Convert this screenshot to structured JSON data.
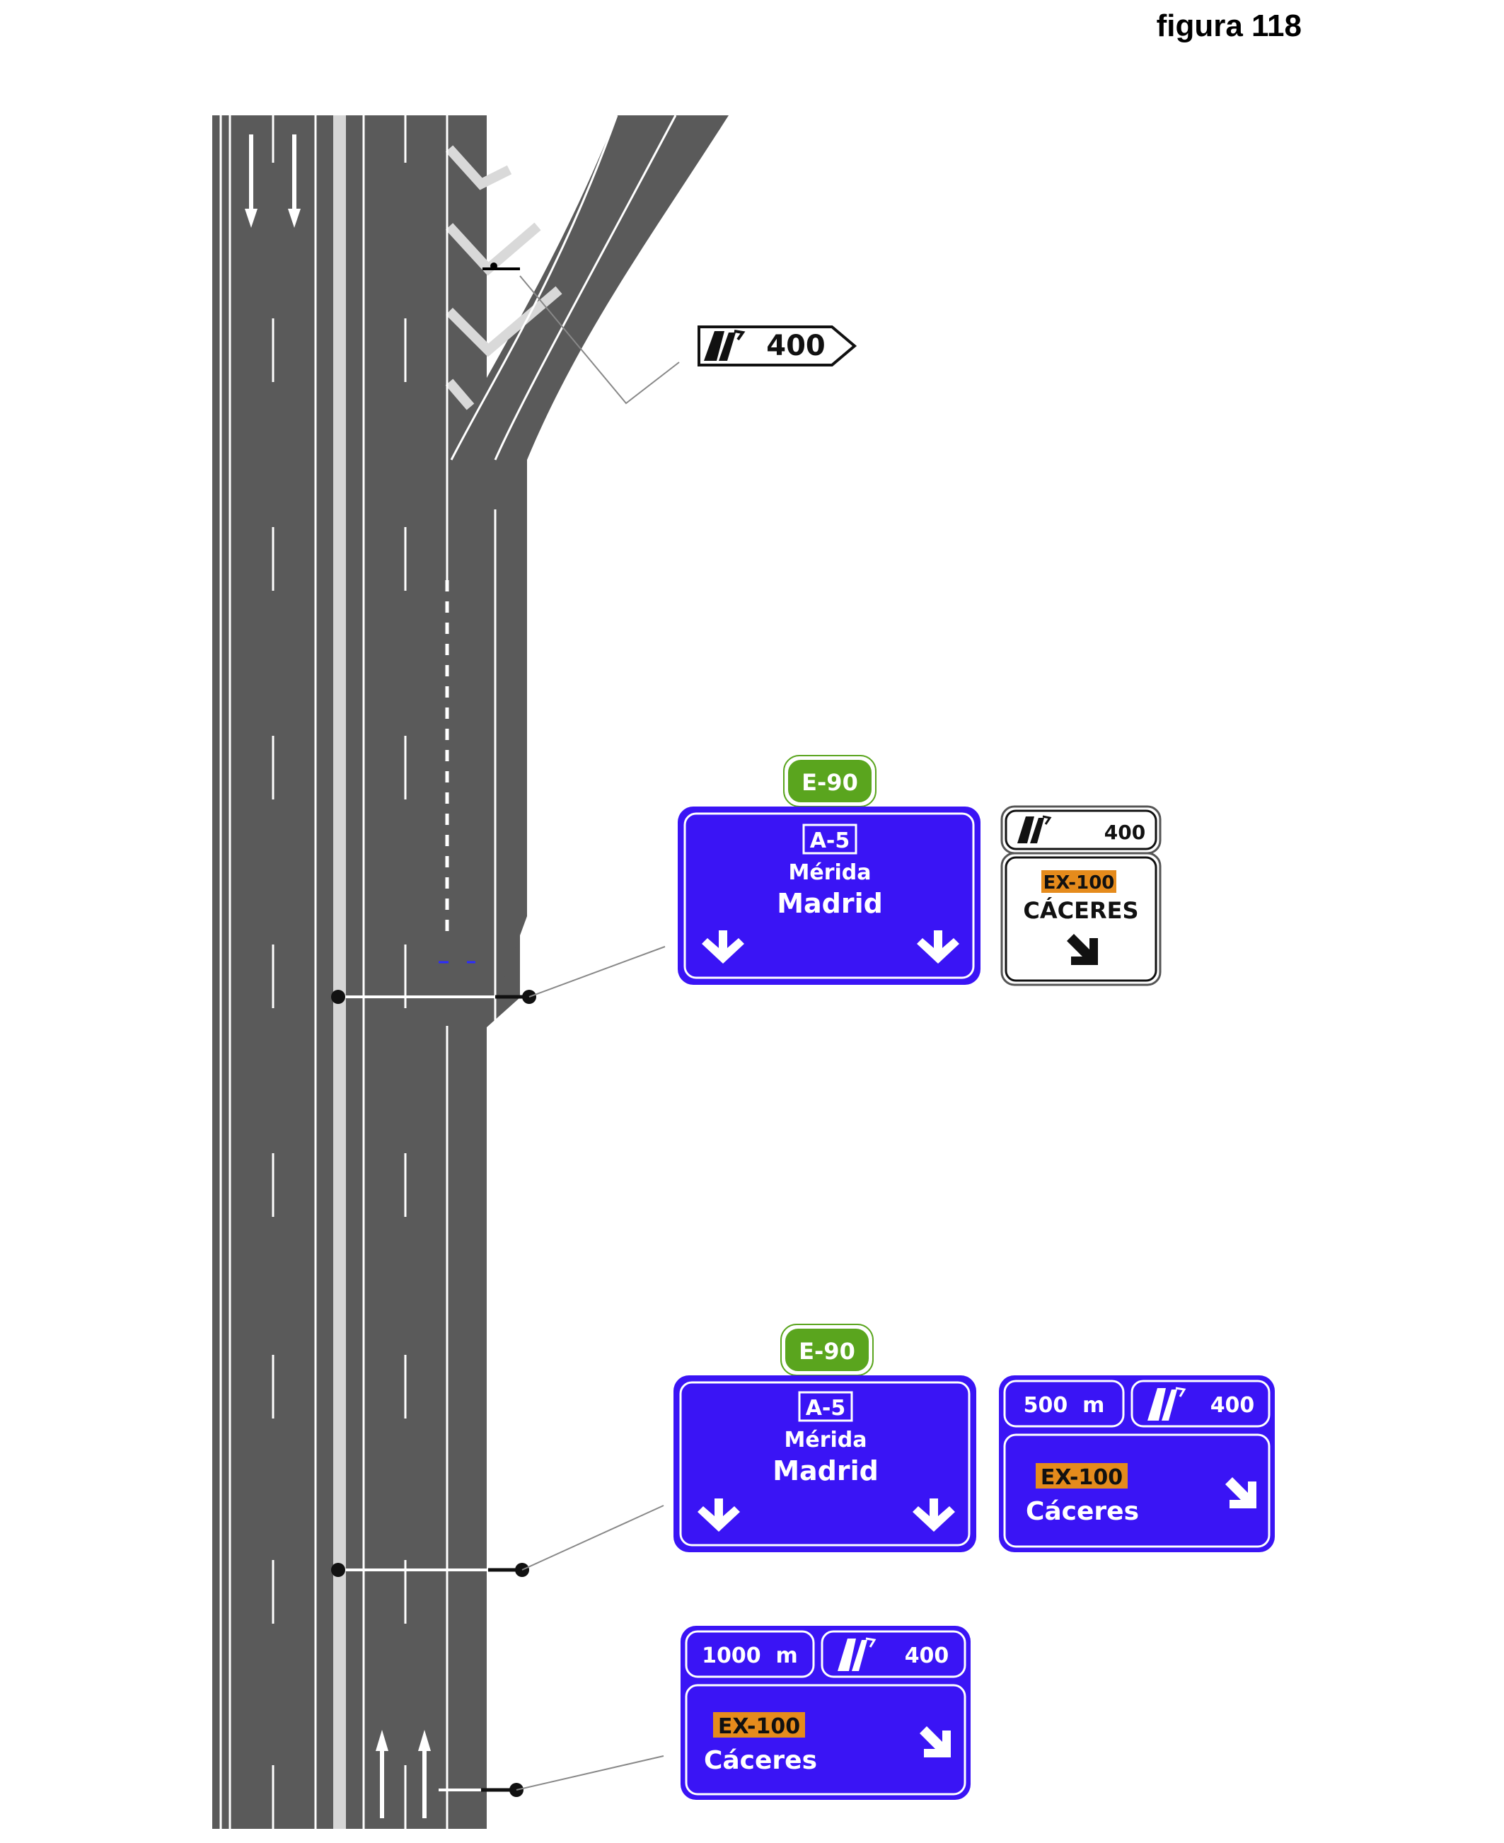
{
  "figure_label": "figura 118",
  "colors": {
    "asphalt": "#5a5a5a",
    "lane_marking": "#ffffff",
    "median": "#d6d6d6",
    "sign_blue": "#3a14f5",
    "sign_green": "#5aa51e",
    "sign_orange": "#e58b1c",
    "sign_white": "#ffffff",
    "gantry": "#111111"
  },
  "signs": {
    "exit_marker": {
      "distance": "400",
      "icon": "exit-ramp-icon"
    },
    "gantry_exit": {
      "euro_route": "E-90",
      "panel": {
        "road": "A-5",
        "city_small": "Mérida",
        "city_large": "Madrid",
        "arrows": "down-arrow-icon"
      },
      "side_panel": {
        "exit_number": "400",
        "road": "EX-100",
        "city": "CÁCERES",
        "arrow": "diagonal-right-arrow-icon"
      }
    },
    "gantry_500": {
      "euro_route": "E-90",
      "panel": {
        "road": "A-5",
        "city_small": "Mérida",
        "city_large": "Madrid",
        "arrows": "down-arrow-icon"
      },
      "side_panel": {
        "distance": "500  m",
        "exit_number": "400",
        "road": "EX-100",
        "city": "Cáceres",
        "arrow": "diagonal-right-arrow-icon"
      }
    },
    "post_1000": {
      "distance": "1000  m",
      "exit_number": "400",
      "road": "EX-100",
      "city": "Cáceres",
      "arrow": "diagonal-right-arrow-icon"
    }
  }
}
